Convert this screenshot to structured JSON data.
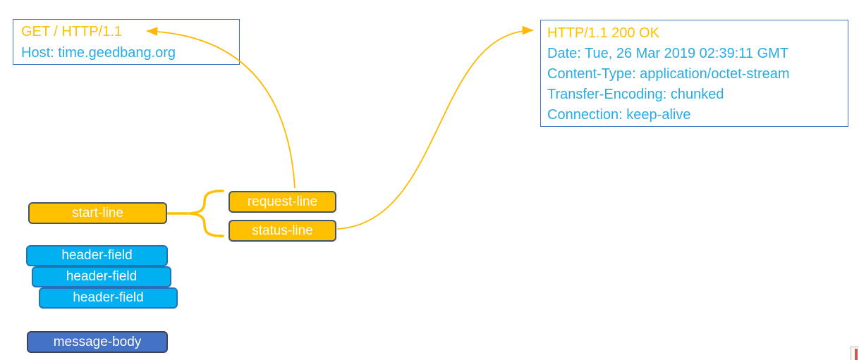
{
  "diagram": {
    "request_box": {
      "start_line": "GET / HTTP/1.1",
      "header_lines": [
        "Host: time.geedbang.org"
      ]
    },
    "response_box": {
      "status_line": "HTTP/1.1 200 OK",
      "header_lines": [
        "Date: Tue, 26 Mar 2019 02:39:11 GMT",
        "Content-Type: application/octet-stream",
        "Transfer-Encoding: chunked",
        "Connection: keep-alive"
      ]
    },
    "pills": {
      "start_line": "start-line",
      "request_line": "request-line",
      "status_line": "status-line",
      "header_field": "header-field",
      "message_body": "message-body"
    },
    "colors": {
      "accent_orange": "#FFC000",
      "cyan_fill": "#00B0F0",
      "blue_fill": "#4472C4",
      "text_orange": "#FFC000",
      "text_cyan": "#29ABE2",
      "textbox_border": "#4472C4",
      "pill_border": "#44546A",
      "arrow_orange": "#FFB900"
    }
  }
}
